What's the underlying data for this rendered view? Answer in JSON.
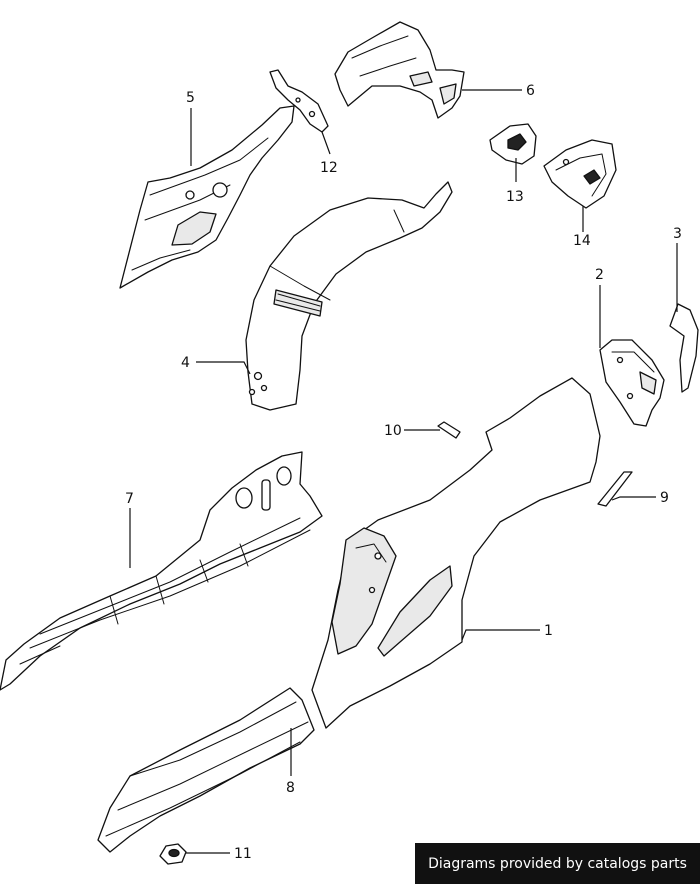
{
  "callouts": {
    "c1": "1",
    "c2": "2",
    "c3": "3",
    "c4": "4",
    "c5": "5",
    "c6": "6",
    "c7": "7",
    "c8": "8",
    "c9": "9",
    "c10": "10",
    "c11": "11",
    "c12": "12",
    "c13": "13",
    "c14": "14"
  },
  "credit": "Diagrams provided by catalogs parts",
  "colors": {
    "line": "#111111",
    "background": "#ffffff",
    "credit_bg": "#111111",
    "credit_text": "#ffffff"
  }
}
